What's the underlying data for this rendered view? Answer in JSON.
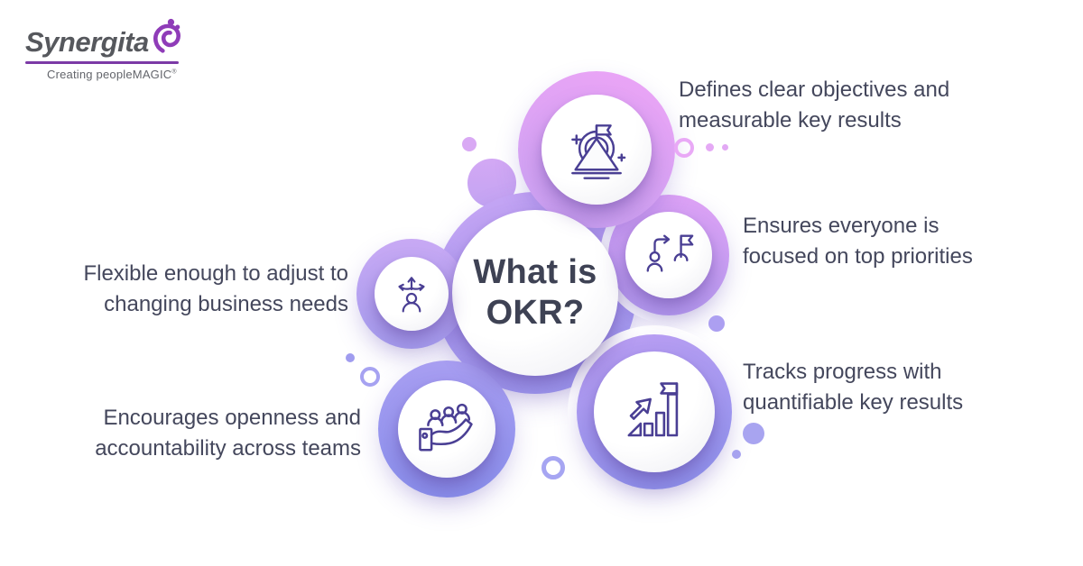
{
  "brand": {
    "name": "Synergita",
    "tagline": "Creating peopleMAGIC",
    "registered": "®"
  },
  "center": {
    "line1": "What is",
    "line2": "OKR?"
  },
  "benefits": [
    {
      "icon": "mountain-goal-icon",
      "line1": "Defines clear objectives and",
      "line2": "measurable key results"
    },
    {
      "icon": "priority-flag-icon",
      "line1": "Ensures everyone is",
      "line2": "focused on top priorities"
    },
    {
      "icon": "progress-chart-flag-icon",
      "line1": "Tracks progress with",
      "line2": "quantifiable key results"
    },
    {
      "icon": "adaptable-person-icon",
      "line1": "Flexible enough to adjust to",
      "line2": "changing business needs"
    },
    {
      "icon": "team-in-hand-icon",
      "line1": "Encourages openness and",
      "line2": "accountability across teams"
    }
  ],
  "colors": {
    "halo_pink": "#EDA4F6",
    "halo_periwinkle": "#8D93EE",
    "icon_stroke": "#4A3F94",
    "text_dark": "#44475C",
    "title_dark": "#3E4254",
    "brand_purple": "#7C3AA6"
  }
}
